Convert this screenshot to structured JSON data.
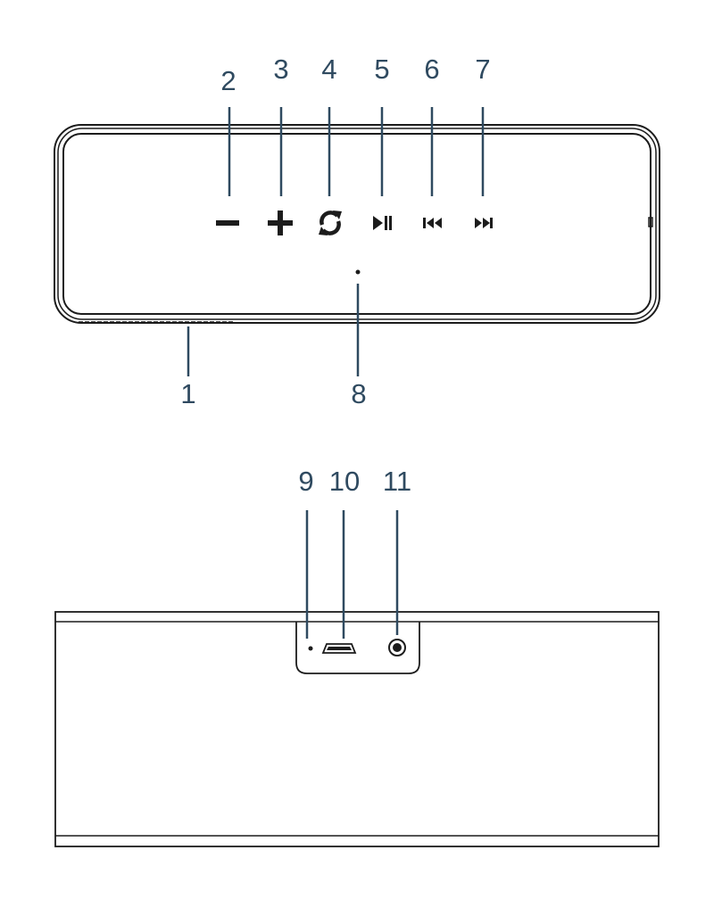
{
  "callouts": {
    "c1": "1",
    "c2": "2",
    "c3": "3",
    "c4": "4",
    "c5": "5",
    "c6": "6",
    "c7": "7",
    "c8": "8",
    "c9": "9",
    "c10": "10",
    "c11": "11"
  },
  "icons": {
    "volume_down": "minus-icon",
    "volume_up": "plus-icon",
    "mode": "refresh-icon",
    "play_pause": "play-pause-icon",
    "previous": "previous-track-icon",
    "next": "next-track-icon",
    "microphone": "microphone-hole-icon",
    "led": "led-indicator-icon",
    "usb": "micro-usb-port-icon",
    "aux": "aux-jack-icon"
  },
  "colors": {
    "callout_text": "#2f4a60",
    "leader_lines": "#2f4a60",
    "device_outline": "#1c1c1c"
  }
}
